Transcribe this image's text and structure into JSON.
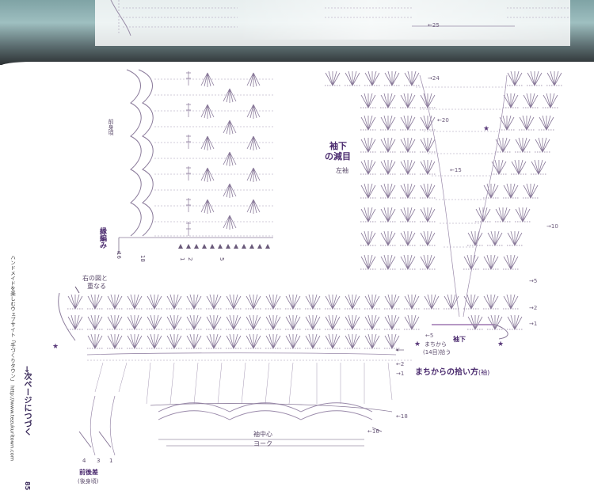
{
  "page_number": "85",
  "side_caption": "ハンドメイドを楽しむウェブサイト「手づくりタウン」 http://www.tezukuritown.com",
  "next_page_note": "→次ページにつづく",
  "sleeve_section": {
    "title_line1": "袖下",
    "title_line2": "の減目",
    "subtitle": "左袖",
    "row_labels": [
      "→24",
      "←20",
      "←15",
      "→10",
      "→5",
      "→2",
      "→1"
    ],
    "underarm_label": "袖下",
    "machi_label_line1": "まちから",
    "machi_label_line2": "(14目)拾う"
  },
  "pickup_title": "まちからの拾い方",
  "pickup_title_suffix": "(袖)",
  "yoke_section": {
    "overlap_label_line1": "右の図と",
    "overlap_label_line2": "重なる",
    "row_labels": [
      "←5",
      "←2",
      "→1",
      "←18",
      "←16"
    ],
    "center_label": "袖中心",
    "yoke_label": "ヨーク",
    "front_back_diff_label": "前後差",
    "back_body_label": "(後身頃)",
    "bottom_numbers": [
      "4",
      "3",
      "1"
    ]
  },
  "front_section": {
    "vertical_label": "前身頃",
    "edge_label": "縁編み",
    "row_numbers": [
      "16",
      "18"
    ],
    "bottom_numbers": [
      "1",
      "2",
      "5"
    ]
  },
  "top_strip": {
    "row_label": "←25"
  }
}
